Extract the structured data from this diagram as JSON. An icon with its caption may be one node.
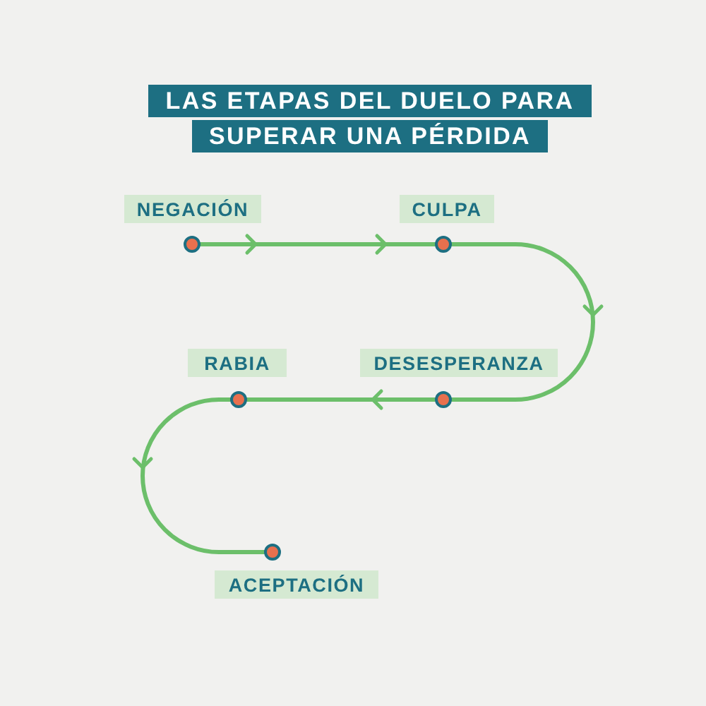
{
  "diagram": {
    "title": "LAS ETAPAS DEL DUELO PARA SUPERAR UNA PÉRDIDA",
    "nodes": [
      {
        "text": [
          "NEGACIÓN"
        ]
      },
      {
        "text": [
          "CULPA"
        ]
      },
      {
        "text": [
          "RABIA"
        ]
      },
      {
        "text": [
          "DESESPERANZA"
        ]
      },
      {
        "text": [
          "ACEPTACIÓN"
        ]
      },
      {
        "text": [],
        "shape": "circle"
      },
      {
        "text": [],
        "shape": "circle"
      },
      {
        "text": [],
        "shape": "circle"
      },
      {
        "text": [],
        "shape": "circle"
      },
      {
        "text": [],
        "shape": "circle"
      }
    ],
    "edges": [
      {
        "from": 5,
        "to": 6,
        "arrow": "to"
      },
      {
        "from": 6,
        "to": 8,
        "arrow": "to"
      },
      {
        "from": 8,
        "to": 7,
        "arrow": "to"
      },
      {
        "from": 7,
        "to": 9,
        "arrow": "to"
      }
    ]
  }
}
